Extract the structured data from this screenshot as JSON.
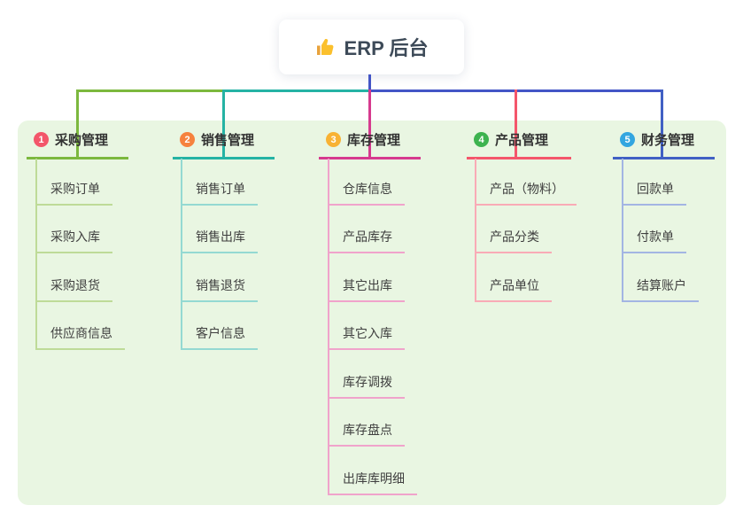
{
  "root": {
    "icon": "thumbs-up-icon",
    "label": "ERP 后台"
  },
  "colors": {
    "panel_bg": "#e9f6e2",
    "root_stem": "#4355c6",
    "branch_lines": [
      "#7cb83e",
      "#25b3a4",
      "#d63a8e",
      "#f4566b",
      "#4160c4"
    ],
    "branch_light_lines": [
      "#bedb98",
      "#94d9d2",
      "#f0a3cb",
      "#f9abb6",
      "#a3b5e3"
    ],
    "badge_colors": [
      "#f3566a",
      "#f6823e",
      "#f8b234",
      "#3db34f",
      "#33a6e0"
    ]
  },
  "branches": [
    {
      "num": "1",
      "label": "采购管理",
      "items": [
        "采购订单",
        "采购入库",
        "采购退货",
        "供应商信息"
      ]
    },
    {
      "num": "2",
      "label": "销售管理",
      "items": [
        "销售订单",
        "销售出库",
        "销售退货",
        "客户信息"
      ]
    },
    {
      "num": "3",
      "label": "库存管理",
      "items": [
        "仓库信息",
        "产品库存",
        "其它出库",
        "其它入库",
        "库存调拨",
        "库存盘点",
        "出库库明细"
      ]
    },
    {
      "num": "4",
      "label": "产品管理",
      "items": [
        "产品（物料）",
        "产品分类",
        "产品单位"
      ]
    },
    {
      "num": "5",
      "label": "财务管理",
      "items": [
        "回款单",
        "付款单",
        "结算账户"
      ]
    }
  ]
}
